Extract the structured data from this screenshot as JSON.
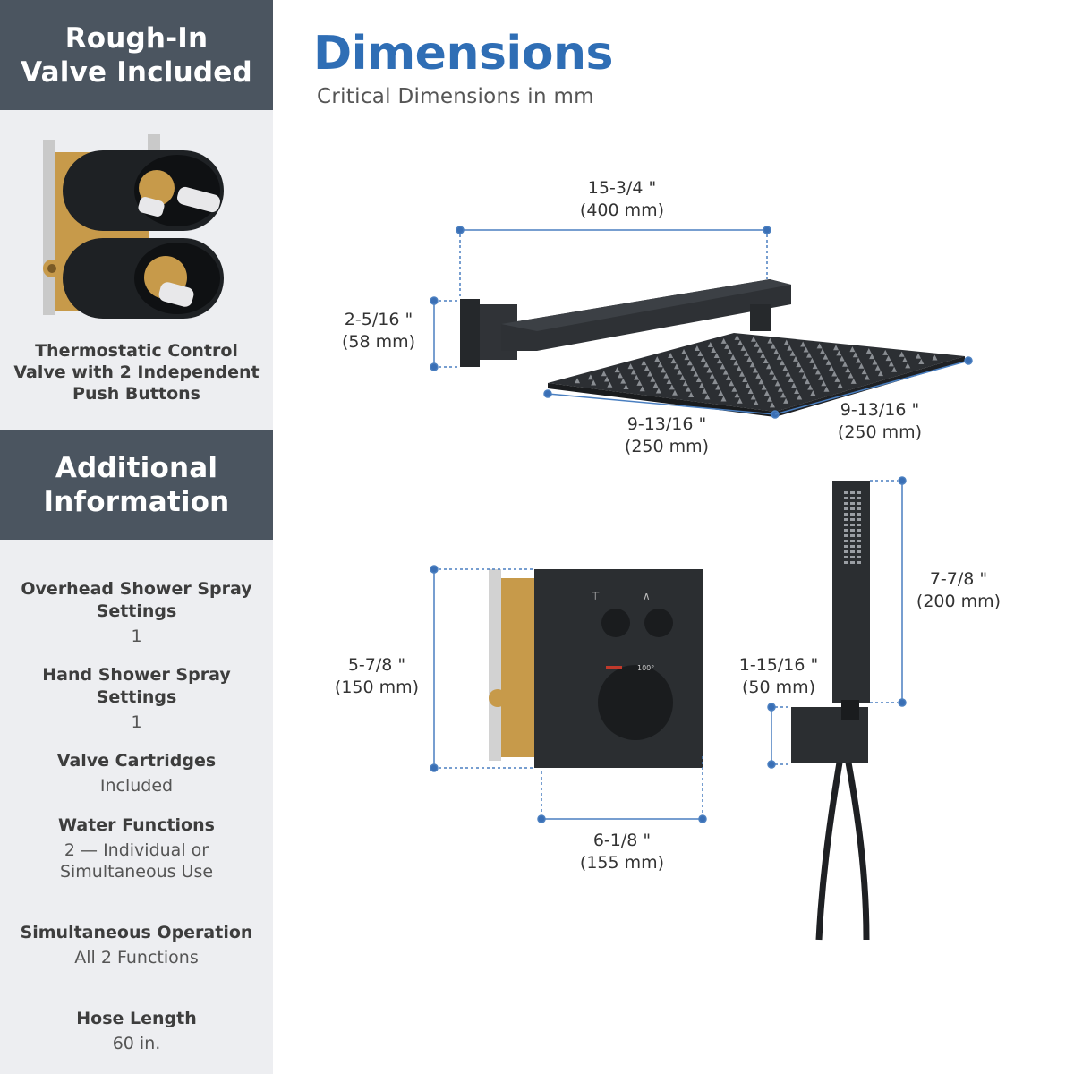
{
  "sidebar": {
    "valve_header": [
      "Rough-In",
      "Valve Included"
    ],
    "valve_caption": [
      "Thermostatic Control",
      "Valve with 2 Independent",
      "Push Buttons"
    ],
    "info_header": [
      "Additional",
      "Information"
    ],
    "items": [
      {
        "label": [
          "Overhead Shower Spray",
          "Settings"
        ],
        "value": [
          "1"
        ]
      },
      {
        "label": [
          "Hand Shower Spray",
          "Settings"
        ],
        "value": [
          "1"
        ]
      },
      {
        "label": [
          "Valve Cartridges"
        ],
        "value": [
          "Included"
        ]
      },
      {
        "label": [
          "Water Functions"
        ],
        "value": [
          "2 — Individual or",
          "Simultaneous Use"
        ]
      },
      {
        "label": [
          "Simultaneous Operation"
        ],
        "value": [
          "All 2 Functions"
        ]
      },
      {
        "label": [
          "Hose Length"
        ],
        "value": [
          "60 in."
        ]
      }
    ]
  },
  "main": {
    "title": "Dimensions",
    "subtitle": "Critical Dimensions in mm"
  },
  "dimensions": {
    "arm_length": [
      "15-3/4 \"",
      "(400 mm)"
    ],
    "arm_height": [
      "2-5/16 \"",
      "(58 mm)"
    ],
    "head_width": [
      "9-13/16 \"",
      "(250 mm)"
    ],
    "head_depth": [
      "9-13/16 \"",
      "(250 mm)"
    ],
    "valve_height": [
      "5-7/8 \"",
      "(150 mm)"
    ],
    "valve_width": [
      "6-1/8 \"",
      "(155 mm)"
    ],
    "handheld_length": [
      "7-7/8 \"",
      "(200 mm)"
    ],
    "holder_height": [
      "1-15/16 \"",
      "(50 mm)"
    ]
  },
  "valve_knob_mark": "100°",
  "colors": {
    "accent": "#2f6eb5",
    "sidebar_header": "#4b5560",
    "sidebar_bg": "#edeef1",
    "product": "#2b2e31"
  }
}
